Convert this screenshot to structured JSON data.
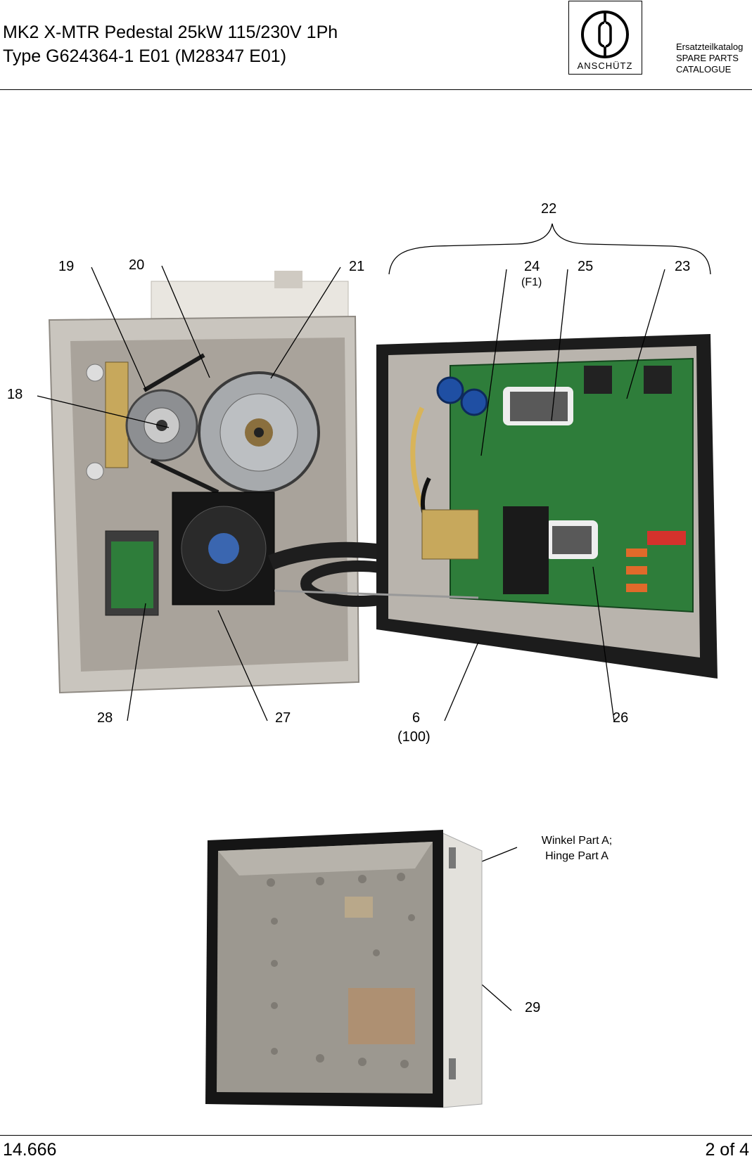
{
  "header": {
    "title_line1": "MK2 X-MTR Pedestal 25kW 115/230V 1Ph",
    "title_line2": "Type G624364-1 E01 (M28347 E01)",
    "logo_text": "ANSCHÜTZ",
    "catalog_line1": "Ersatzteilkatalog",
    "catalog_line2": "SPARE PARTS",
    "catalog_line3": "CATALOGUE"
  },
  "figure1": {
    "labels": {
      "l18": "18",
      "l19": "19",
      "l20": "20",
      "l21": "21",
      "l22": "22",
      "l23": "23",
      "l24": "24",
      "l24_sub": "(F1)",
      "l25": "25",
      "l26": "26",
      "l27": "27",
      "l28": "28",
      "l6": "6",
      "l6_sub": "(100)"
    }
  },
  "figure2": {
    "hinge_label_line1": "Winkel Part A;",
    "hinge_label_line2": "Hinge Part A",
    "l29": "29"
  },
  "footer": {
    "doc_number": "14.666",
    "page": "2 of 4"
  },
  "colors": {
    "pcb_green": "#2e7d3a",
    "chassis_gray": "#b9b4ad",
    "dark_frame": "#1c1c1c"
  }
}
